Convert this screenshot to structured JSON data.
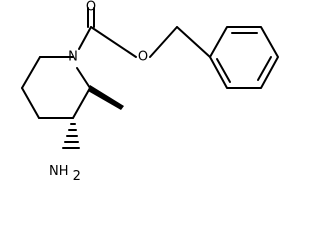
{
  "molecule": {
    "atom_labels": {
      "nitrogen": "N",
      "carbonyl_oxygen": "O",
      "ester_oxygen": "O",
      "amine_nitrogen": "NH",
      "amine_subscript": "2"
    }
  }
}
